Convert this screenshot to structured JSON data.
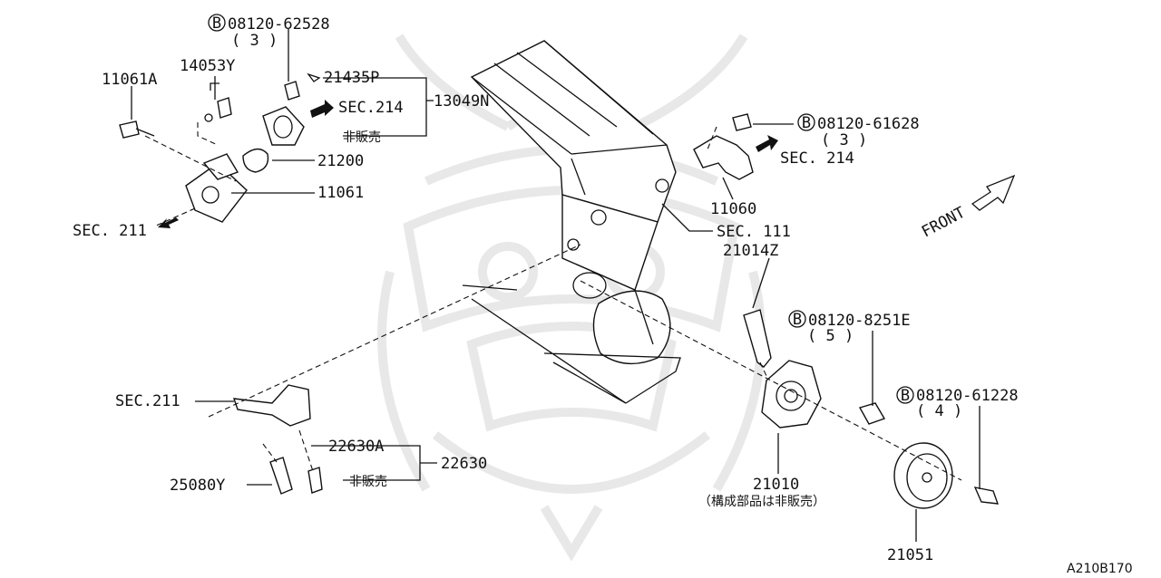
{
  "diagram": {
    "watermark_icon": "samurai-helmet-icon",
    "figure_code": "A210B170",
    "labels": {
      "bolt_08120_62528": "08120-62528",
      "qty_3a": "( 3 )",
      "p14053Y": "14053Y",
      "p11061A": "11061A",
      "p21435P": "21435P",
      "sec214_top": "SEC.214",
      "p13049N": "13049N",
      "not_sold_1": "非販売",
      "p21200": "21200",
      "p11061": "11061",
      "sec211_top": "SEC. 211",
      "bolt_08120_61628": "08120-61628",
      "qty_3b": "( 3 )",
      "sec214_right": "SEC. 214",
      "p11060": "11060",
      "sec111": "SEC. 111",
      "p21014Z": "21014Z",
      "front": "FRONT",
      "bolt_08120_8251E": "08120-8251E",
      "qty_5": "( 5 )",
      "bolt_08120_61228": "08120-61228",
      "qty_4": "( 4 )",
      "sec211_bottom": "SEC.211",
      "p22630A": "22630A",
      "p22630": "22630",
      "p25080Y": "25080Y",
      "not_sold_2": "非販売",
      "p21010": "21010",
      "p21010_note": "（構成部品は非販売）",
      "p21051": "21051",
      "bolt_marker": "B"
    }
  }
}
